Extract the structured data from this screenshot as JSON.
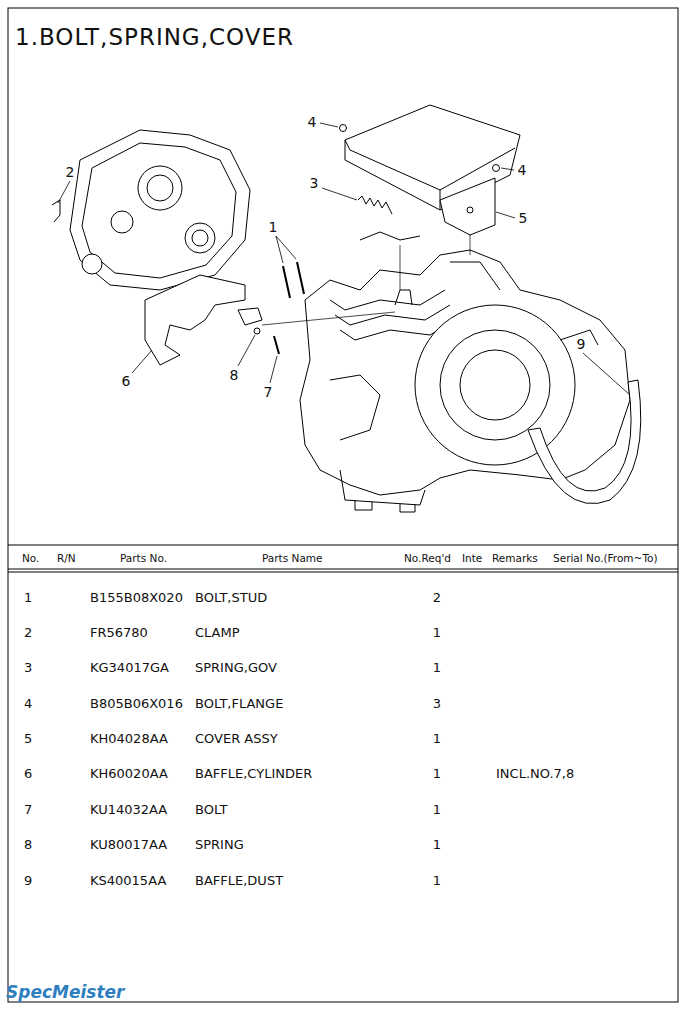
{
  "diagram": {
    "title": "1.BOLT,SPRING,COVER",
    "labels": [
      "2",
      "4",
      "4",
      "3",
      "1",
      "5",
      "6",
      "8",
      "7",
      "9",
      "No.",
      "R/N",
      "Parts No.",
      "Parts Name",
      "No.Req'd",
      "Inte",
      "Remarks",
      "Serial No.(From~To)",
      "1",
      "B155B08X020",
      "BOLT,STUD",
      "2",
      "2",
      "FR56780",
      "CLAMP",
      "1",
      "3",
      "KG34017GA",
      "SPRING,GOV",
      "1",
      "4",
      "B805B06X016",
      "BOLT,FLANGE",
      "3",
      "5",
      "KH04028AA",
      "COVER ASSY",
      "1",
      "6",
      "KH60020AA",
      "BAFFLE,CYLINDER",
      "1",
      "INCL.NO.7,8",
      "7",
      "KU14032AA",
      "BOLT",
      "1",
      "8",
      "KU80017AA",
      "SPRING",
      "1",
      "9",
      "KS40015AA",
      "BAFFLE,DUST",
      "1",
      "SpecMeister"
    ]
  }
}
